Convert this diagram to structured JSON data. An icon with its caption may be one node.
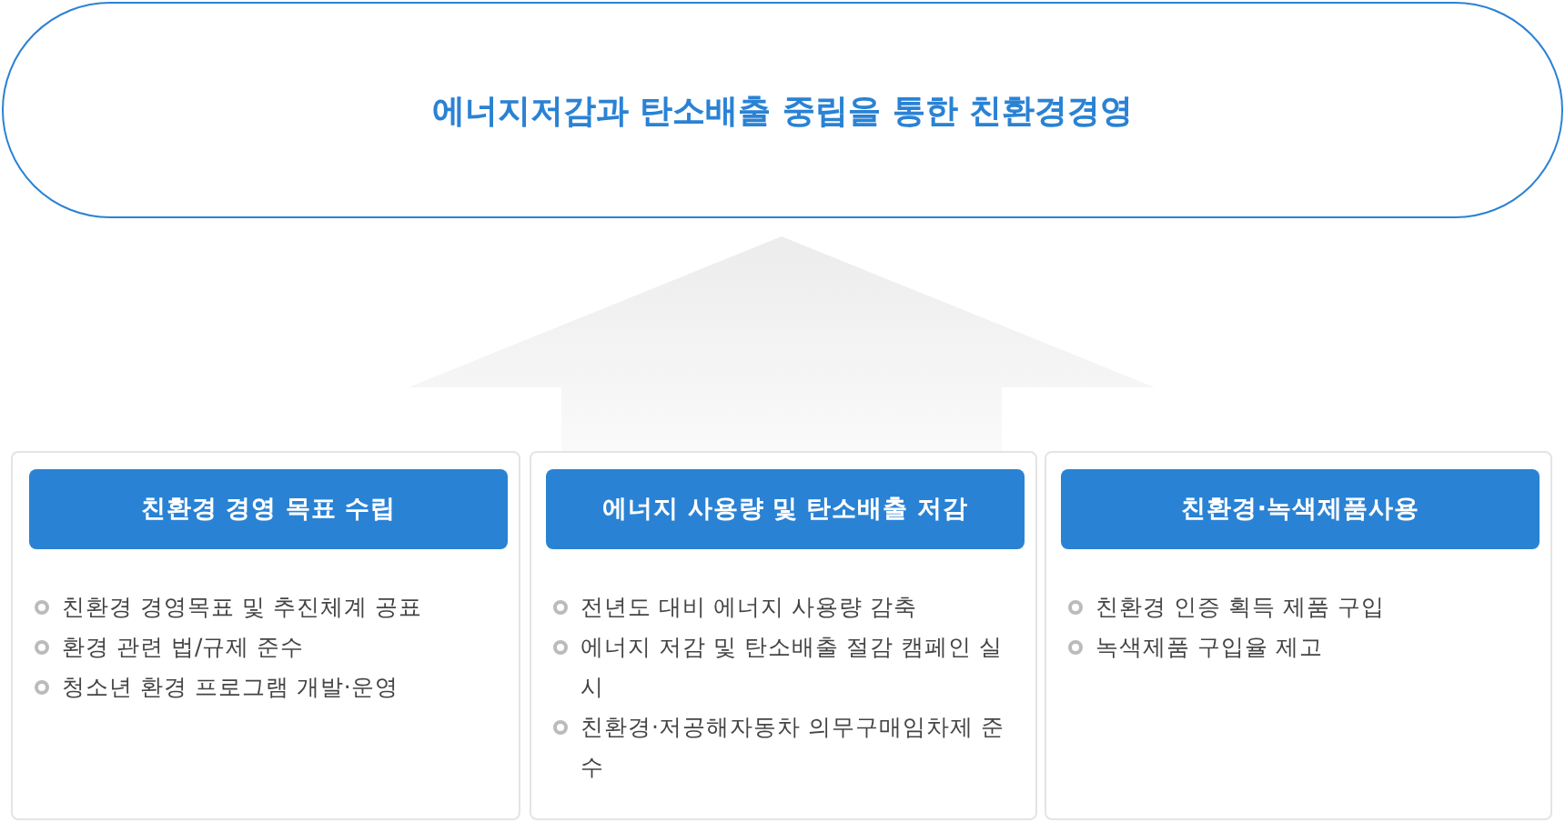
{
  "diagram": {
    "nodes": [
      {
        "text": [
          "에너지저감과 탄소배출 중립을 통한 친환경경영"
        ]
      },
      {
        "text": [
          "친환경 경영목표 및 추진체계 공표",
          "환경 관련 법/규제 준수",
          "청소년 환경 프로그램 개발·운영"
        ]
      },
      {
        "text": [
          "친환경 경영 목표 수립"
        ],
        "in": 1
      },
      {
        "text": [
          "전년도 대비 에너지 사용량 감축",
          "에너지 저감 및 탄소배출 절감 캠페인 실시",
          "친환경·저공해자동차 의무구매임차제 준수"
        ]
      },
      {
        "text": [
          "에너지 사용량 및 탄소배출 저감"
        ],
        "in": 3
      },
      {
        "text": [
          "친환경 인증 획득 제품 구입",
          "녹색제품 구입율 제고"
        ]
      },
      {
        "text": [
          "친환경·녹색제품사용"
        ],
        "in": 5
      }
    ],
    "edges": [
      {
        "from": 1,
        "to": 0,
        "arrow": "to"
      },
      {
        "from": 3,
        "to": 0,
        "arrow": "to"
      },
      {
        "from": 5,
        "to": 0,
        "arrow": "to"
      }
    ]
  }
}
